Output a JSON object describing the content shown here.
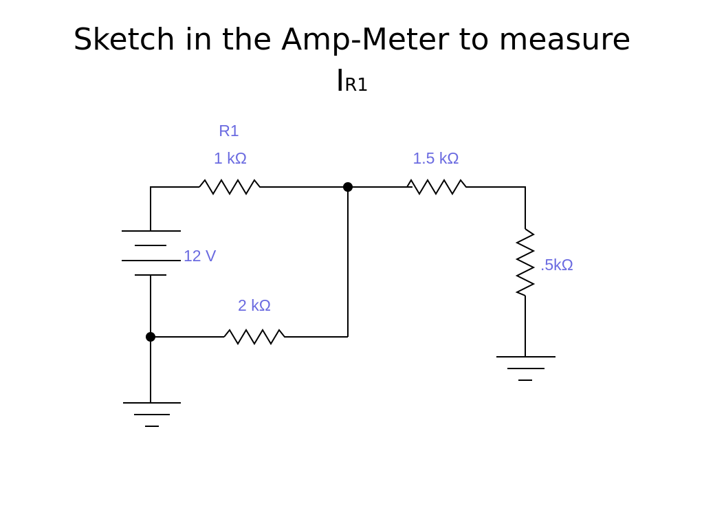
{
  "slide": {
    "title_line1": "Sketch in the Amp-Meter to measure",
    "title_symbol": "I",
    "title_subscript": "R1"
  },
  "circuit": {
    "label_color": "#6a6ae0",
    "r1_name": "R1",
    "r1_value": "1 kΩ",
    "r_series_value": "1.5 kΩ",
    "r_vertical_value": ".5kΩ",
    "r_bottom_value": "2 kΩ",
    "source_value": "12 V"
  }
}
